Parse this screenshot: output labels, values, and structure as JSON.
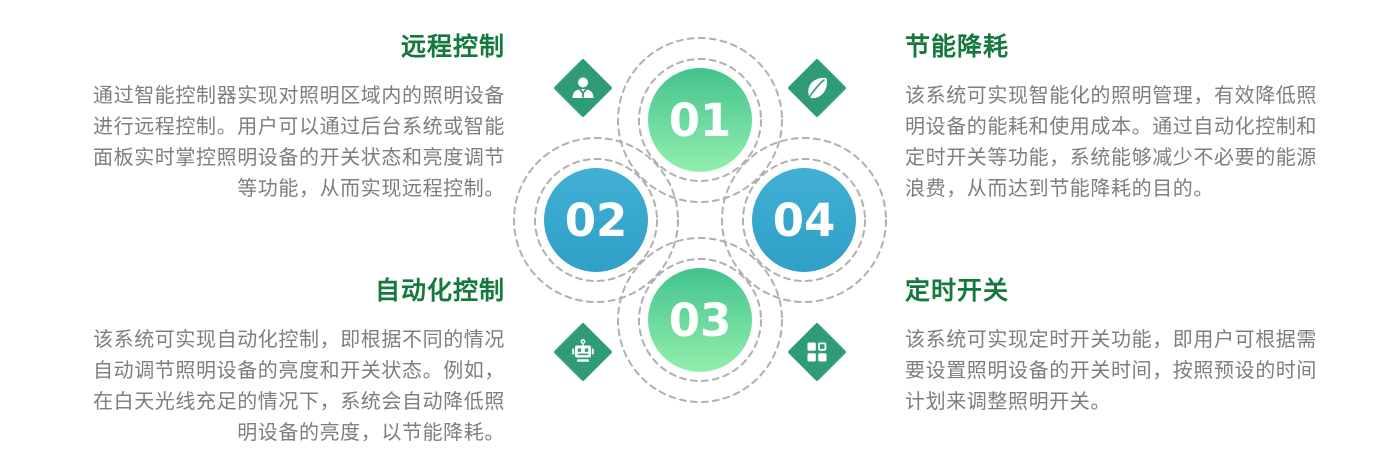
{
  "colors": {
    "background": "#ffffff",
    "heading_green": "#15793d",
    "body_gray": "#7e7e7e",
    "diamond_green": "#2f9c75",
    "dash_gray": "#b0b0b0",
    "circle_green_top": "#43c38e",
    "circle_green_bottom": "#92efac",
    "circle_blue_top": "#41b0d4",
    "circle_blue_bottom": "#2f9fc6",
    "number_white": "#ffffff"
  },
  "features": {
    "remote_control": {
      "title": "远程控制",
      "body": "通过智能控制器实现对照明区域内的照明设备进行远程控制。用户可以通过后台系统或智能面板实时掌控照明设备的开关状态和亮度调节等功能，从而实现远程控制。"
    },
    "energy_saving": {
      "title": "节能降耗",
      "body": "该系统可实现智能化的照明管理，有效降低照明设备的能耗和使用成本。通过自动化控制和定时开关等功能，系统能够减少不必要的能源浪费，从而达到节能降耗的目的。"
    },
    "automation_control": {
      "title": "自动化控制",
      "body": "该系统可实现自动化控制，即根据不同的情况自动调节照明设备的亮度和开关状态。例如，在白天光线充足的情况下，系统会自动降低照明设备的亮度，以节能降耗。"
    },
    "timed_switch": {
      "title": "定时开关",
      "body": "该系统可实现定时开关功能，即用户可根据需要设置照明设备的开关时间，按照预设的时间计划来调整照明开关。"
    }
  },
  "diagram": {
    "circles": [
      {
        "number": "01",
        "color": "green",
        "position": "top"
      },
      {
        "number": "02",
        "color": "blue",
        "position": "left"
      },
      {
        "number": "03",
        "color": "green",
        "position": "bottom"
      },
      {
        "number": "04",
        "color": "blue",
        "position": "right"
      }
    ],
    "icons": [
      {
        "name": "businessman-icon",
        "position": "top-left"
      },
      {
        "name": "leaf-icon",
        "position": "top-right"
      },
      {
        "name": "robot-icon",
        "position": "bottom-left"
      },
      {
        "name": "grid-icon",
        "position": "bottom-right"
      }
    ]
  }
}
